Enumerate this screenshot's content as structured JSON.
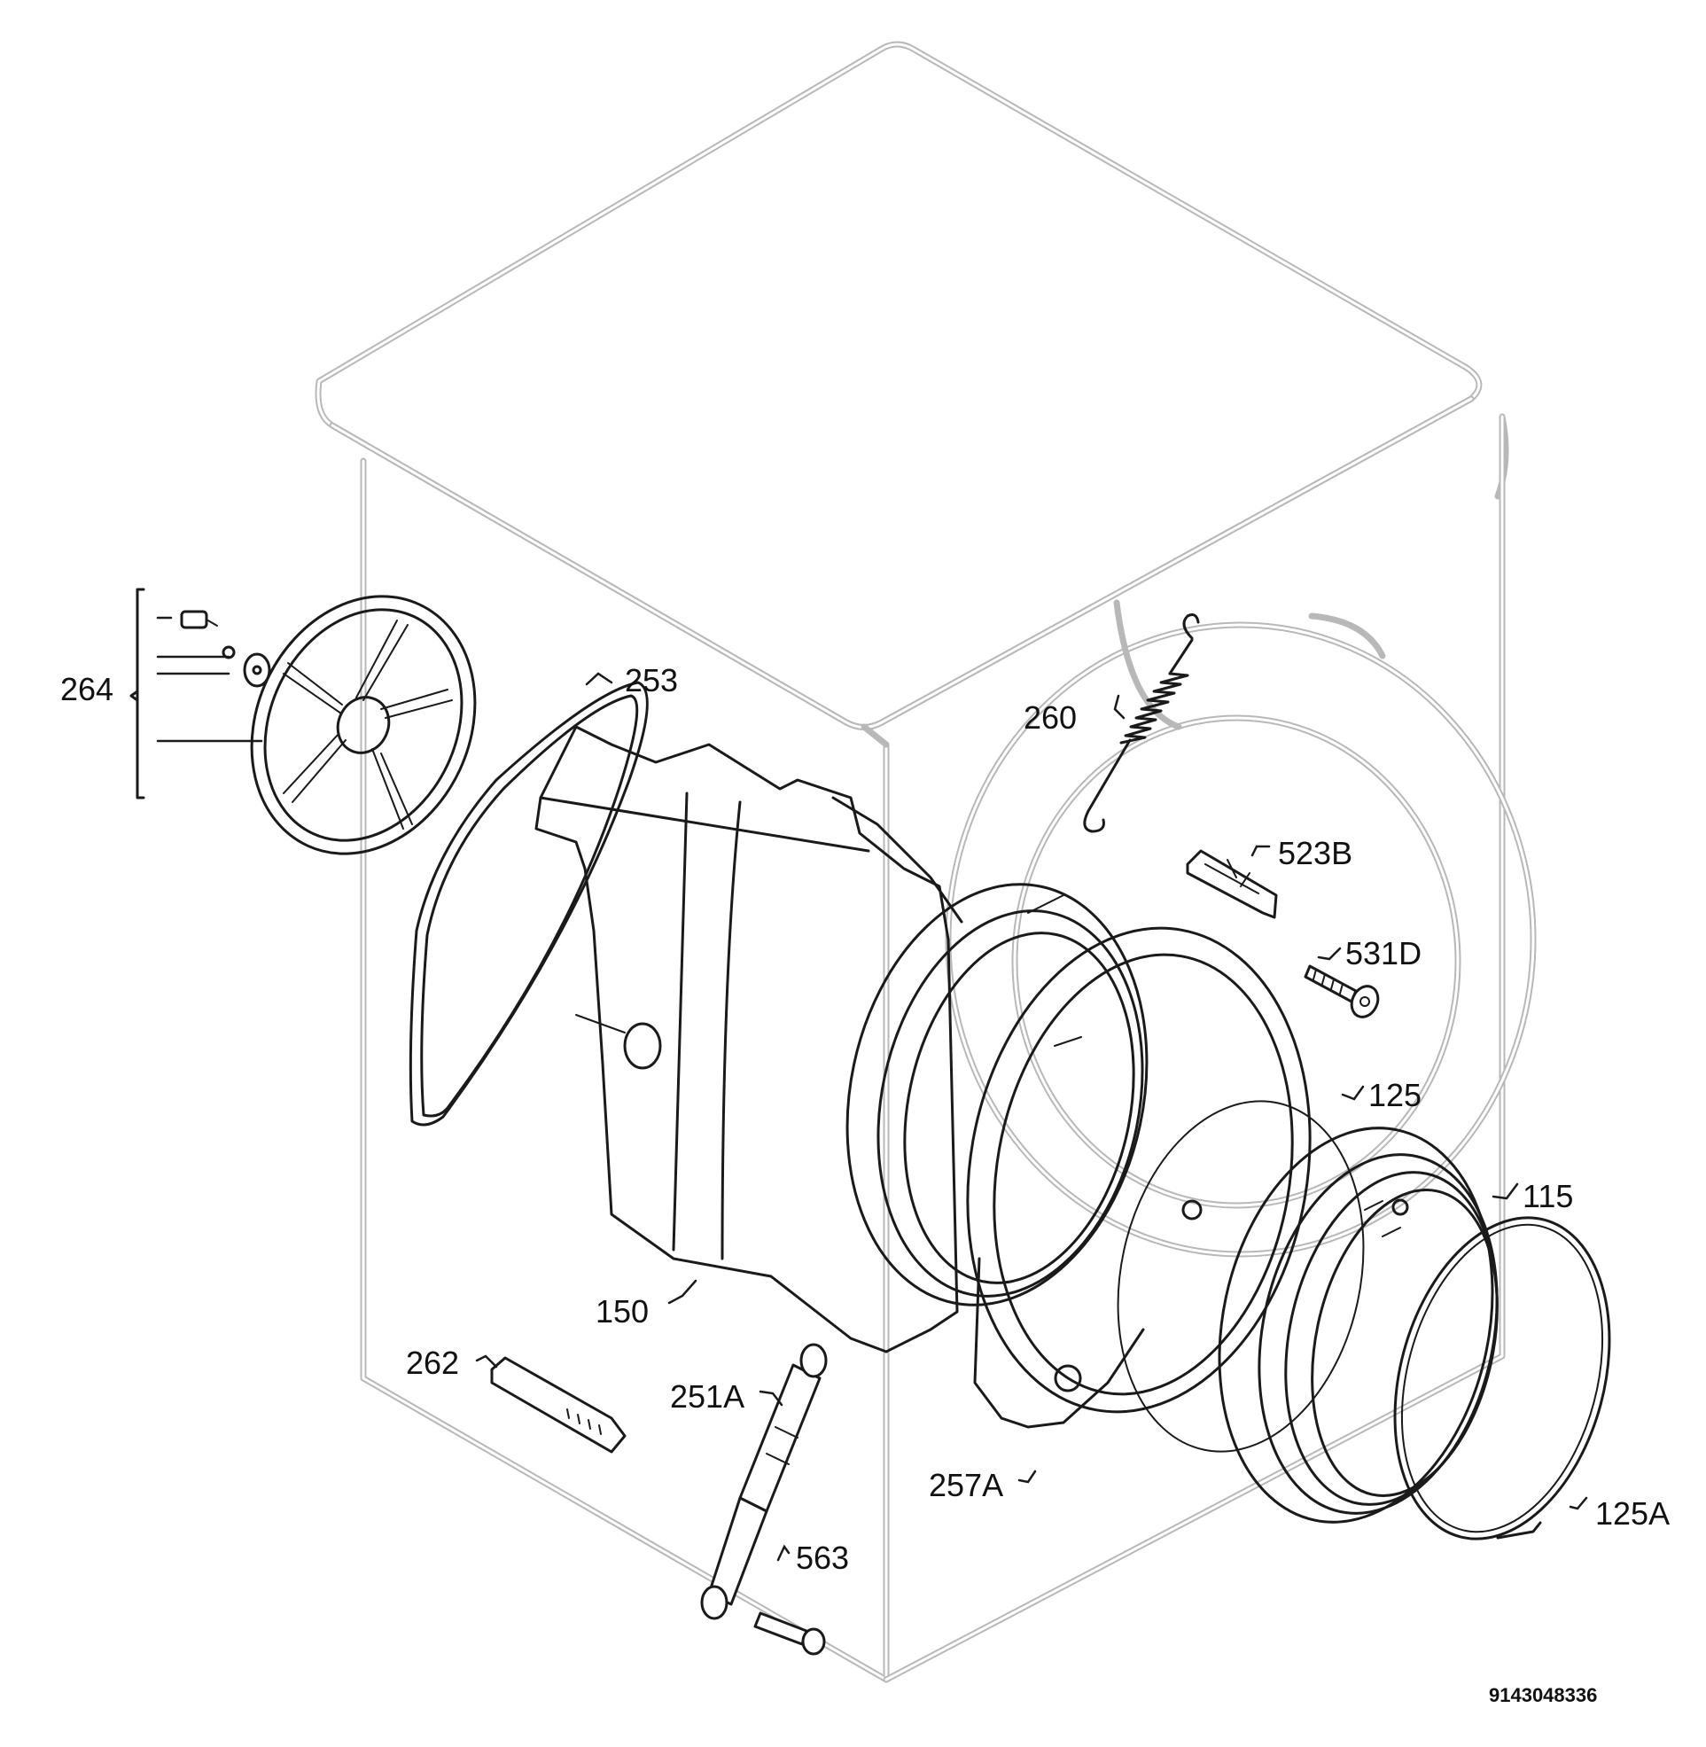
{
  "document_id": "9143048336",
  "callouts": [
    {
      "id": "264",
      "label": "264"
    },
    {
      "id": "253",
      "label": "253"
    },
    {
      "id": "260",
      "label": "260"
    },
    {
      "id": "523B",
      "label": "523B"
    },
    {
      "id": "531D",
      "label": "531D"
    },
    {
      "id": "125",
      "label": "125"
    },
    {
      "id": "115",
      "label": "115"
    },
    {
      "id": "150",
      "label": "150"
    },
    {
      "id": "262",
      "label": "262"
    },
    {
      "id": "251A",
      "label": "251A"
    },
    {
      "id": "257A",
      "label": "257A"
    },
    {
      "id": "563",
      "label": "563"
    },
    {
      "id": "125A",
      "label": "125A"
    }
  ]
}
